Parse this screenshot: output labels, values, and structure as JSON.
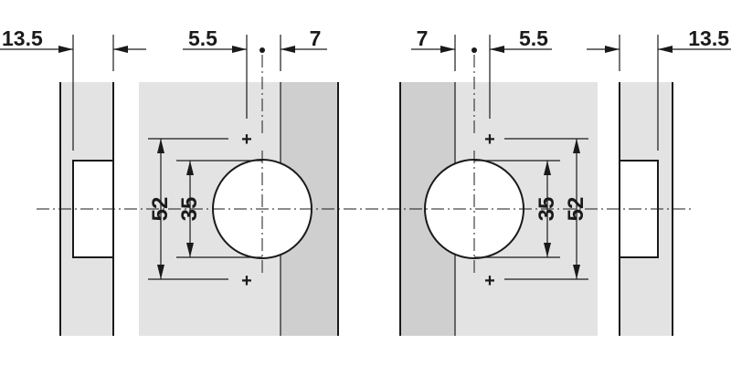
{
  "left_view": {
    "edge_distance": "13.5",
    "offset": "5.5",
    "door_gap": "7",
    "outer_height": "52",
    "inner_height": "35"
  },
  "right_view": {
    "edge_distance": "13.5",
    "offset": "5.5",
    "door_gap": "7",
    "outer_height": "52",
    "inner_height": "35"
  },
  "marks": {
    "plus": "+"
  },
  "colors": {
    "panel": "#e3e3e3",
    "door_edge": "#cfcfcf",
    "line": "#1a1a1a"
  }
}
